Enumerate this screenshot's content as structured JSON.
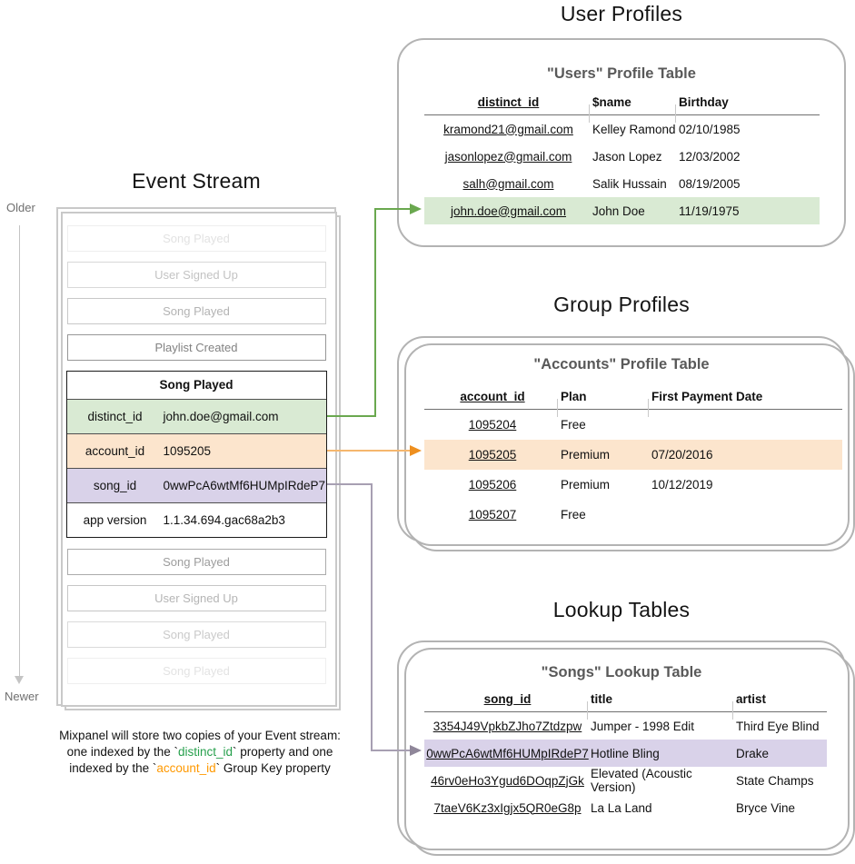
{
  "titles": {
    "event_stream": "Event Stream",
    "user_profiles": "User Profiles",
    "group_profiles": "Group Profiles",
    "lookup_tables": "Lookup Tables"
  },
  "axis": {
    "older": "Older",
    "newer": "Newer"
  },
  "stream": {
    "before": [
      "Song Played",
      "User Signed Up",
      "Song Played",
      "Playlist Created"
    ],
    "event": {
      "title": "Song Played",
      "props": [
        {
          "key": "distinct_id",
          "value": "john.doe@gmail.com",
          "highlight": "green"
        },
        {
          "key": "account_id",
          "value": "1095205",
          "highlight": "orange"
        },
        {
          "key": "song_id",
          "value": "0wwPcA6wtMf6HUMpIRdeP7",
          "highlight": "purple"
        },
        {
          "key": "app version",
          "value": "1.1.34.694.gac68a2b3",
          "highlight": "none"
        }
      ]
    },
    "after": [
      "Song Played",
      "User Signed Up",
      "Song Played",
      "Song Played"
    ]
  },
  "users": {
    "title": "\"Users\" Profile Table",
    "columns": [
      "distinct_id",
      "$name",
      "Birthday"
    ],
    "rows": [
      [
        "kramond21@gmail.com",
        "Kelley Ramond",
        "02/10/1985"
      ],
      [
        "jasonlopez@gmail.com",
        "Jason Lopez",
        "12/03/2002"
      ],
      [
        "salh@gmail.com",
        "Salik Hussain",
        "08/19/2005"
      ],
      [
        "john.doe@gmail.com",
        "John Doe",
        "11/19/1975"
      ]
    ],
    "highlighted_row_index": 3
  },
  "accounts": {
    "title": "\"Accounts\" Profile Table",
    "columns": [
      "account_id",
      "Plan",
      "First Payment Date"
    ],
    "rows": [
      [
        "1095204",
        "Free",
        ""
      ],
      [
        "1095205",
        "Premium",
        "07/20/2016"
      ],
      [
        "1095206",
        "Premium",
        "10/12/2019"
      ],
      [
        "1095207",
        "Free",
        ""
      ]
    ],
    "highlighted_row_index": 1
  },
  "songs": {
    "title": "\"Songs\" Lookup Table",
    "columns": [
      "song_id",
      "title",
      "artist"
    ],
    "rows": [
      [
        "3354J49VpkbZJho7Ztdzpw",
        "Jumper - 1998 Edit",
        "Third Eye Blind"
      ],
      [
        "0wwPcA6wtMf6HUMpIRdeP7",
        "Hotline Bling",
        "Drake"
      ],
      [
        "46rv0eHo3Ygud6DOqpZjGk",
        "Elevated (Acoustic Version)",
        "State Champs"
      ],
      [
        "7taeV6Kz3xIgjx5QR0eG8p",
        "La La Land",
        "Bryce Vine"
      ]
    ],
    "highlighted_row_index": 1
  },
  "caption": {
    "line1": "Mixpanel will store two copies of your Event stream:",
    "line2_pre": "one indexed by the `",
    "line2_key": "distinct_id",
    "line2_post": "` property and one",
    "line3_pre": "indexed by the `",
    "line3_key": "account_id",
    "line3_post": "` Group Key property"
  },
  "colors": {
    "highlight_green": "#d9ead3",
    "highlight_orange": "#fce5cd",
    "highlight_purple": "#d9d2e9",
    "arrow_green": "#6aa84f",
    "arrow_orange": "#ee8f1f",
    "arrow_purple": "#8f8699",
    "caption_green": "#27a04d",
    "caption_orange": "#ff9900",
    "card_border": "#b3b3b3"
  }
}
